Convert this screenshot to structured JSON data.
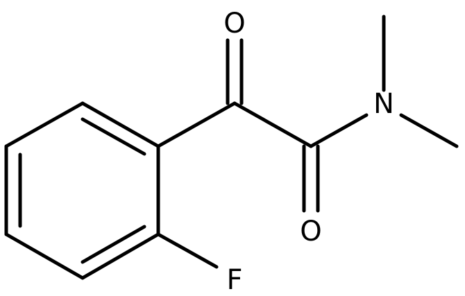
{
  "molecule": {
    "atoms": {
      "ketone_oxygen": "O",
      "amide_oxygen": "O",
      "nitrogen": "N",
      "fluorine": "F"
    },
    "bond_color": "#000000",
    "background": "#ffffff"
  }
}
